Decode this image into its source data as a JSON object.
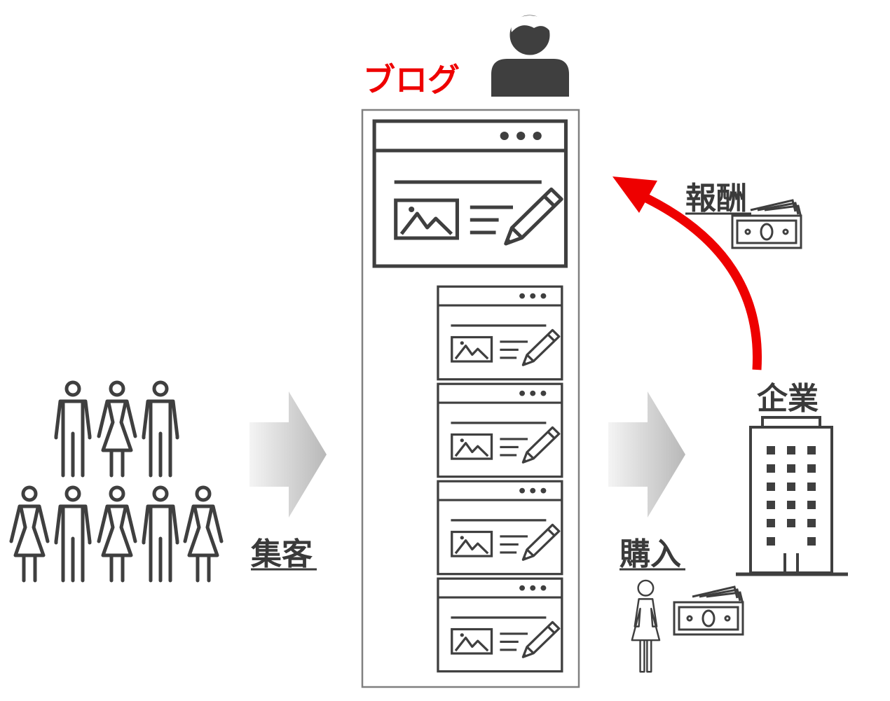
{
  "diagram": {
    "blog_label": "ブログ",
    "customers_label": "集客",
    "purchase_label": "購入",
    "company_label": "企業",
    "reward_label": "報酬"
  },
  "colors": {
    "accent_red": "#ee0000",
    "icon_dark": "#3f3f3f",
    "frame_grey": "#808080"
  },
  "icons": {
    "crowd": "people-crowd-icon",
    "blogger": "user-avatar-icon",
    "blog_post": "blog-post-icon",
    "money": "banknote-icon",
    "company": "office-building-icon",
    "buyer": "woman-icon"
  }
}
